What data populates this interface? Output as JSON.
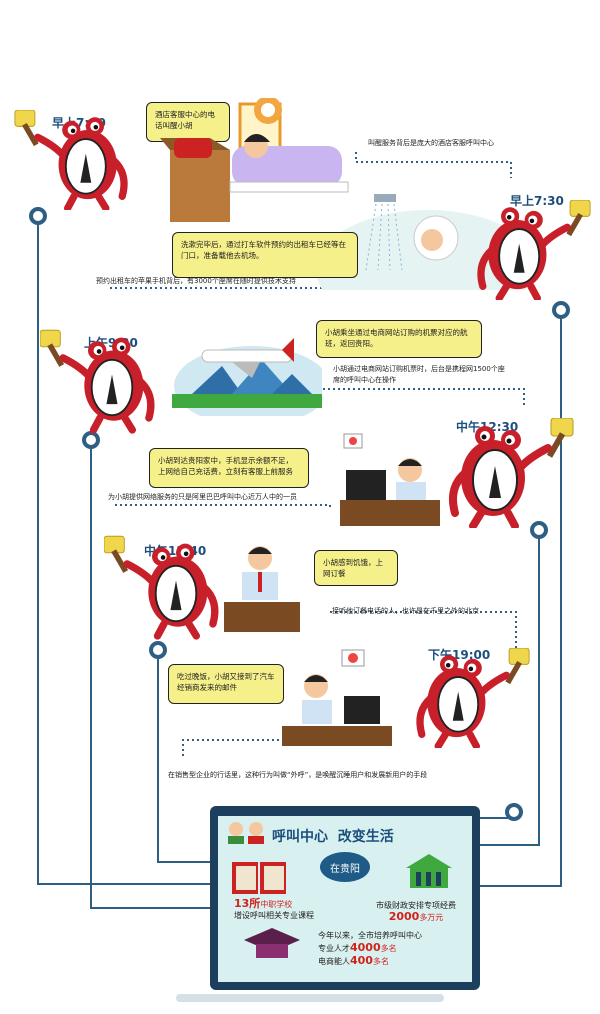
{
  "times": {
    "t1": "早上7:00",
    "t2": "早上7:30",
    "t3": "上午9:30",
    "t4": "中午12:30",
    "t5": "中午12:40",
    "t6": "下午19:00"
  },
  "bubbles": {
    "b1": "酒店客服中心的电话叫醒小胡",
    "b2": "洗漱完毕后，通过打车软件预约的出租车已经等在门口，准备载他去机场。",
    "b3": "小胡乘坐通过电商网站订购的机票对应的航班，返回贵阳。",
    "b4": "小胡到达贵阳家中，手机显示余额不足，上网给自己充话费，立刻有客服上前服务",
    "b5": "小胡感到饥饿，上网订餐",
    "b6": "吃过晚饭，小胡又接到了汽车经销商发来的邮件"
  },
  "notes": {
    "n1": "叫醒服务背后是庞大的酒店客服呼叫中心",
    "n2": "预约出租车的苹果手机背后，有3000个座席在随时提供技术支持",
    "n3": "小胡通过电商网站订购机票时，后台是携程网1500个座席的呼叫中心在操作",
    "n4": "为小胡提供网络服务的只是阿里巴巴呼叫中心近万人中的一员",
    "n5": "接听他订餐电话的人，也许是在千里之外的北京",
    "n6": "在销售型企业的行话里，这种行为叫做“外呼”，是唤醒沉睡用户和发展新用户的手段"
  },
  "summary": {
    "title": "呼叫中心  改变生活",
    "center": "在贵阳",
    "schools_number": "13所",
    "schools_label": "中职学校",
    "schools_desc": "增设呼叫相关专业课程",
    "fund_desc": "市级财政安排专项经费",
    "fund_value": "2000",
    "fund_unit": "多万元",
    "train_line1": "今年以来，全市培养呼叫中心",
    "train_line2_prefix": "专业人才",
    "train_line2_value": "4000",
    "train_line2_unit": "多名",
    "train_line3_prefix": "电商能人",
    "train_line3_value": "400",
    "train_line3_unit": "多名"
  },
  "colors": {
    "line": "#2e5f83",
    "bubble": "#f5f08a",
    "clock_red": "#c8202a",
    "screen": "#d8f0ef",
    "accent_red": "#d0231d"
  }
}
